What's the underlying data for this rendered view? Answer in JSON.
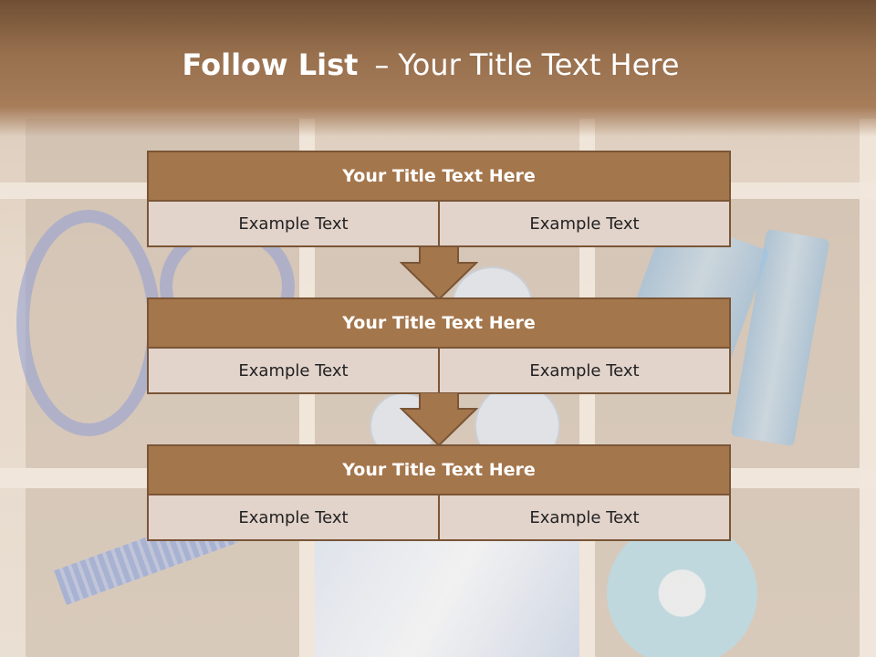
{
  "slide": {
    "title_bold": "Follow List",
    "title_dash": "–",
    "title_rest": "Your Title Text Here"
  },
  "blocks": [
    {
      "title": "Your Title Text Here",
      "left": "Example Text",
      "right": "Example Text"
    },
    {
      "title": "Your Title Text Here",
      "left": "Example Text",
      "right": "Example Text"
    },
    {
      "title": "Your Title Text Here",
      "left": "Example Text",
      "right": "Example Text"
    }
  ],
  "colors": {
    "header": "#a77d5a",
    "block_title": "#a4764c",
    "block_border": "#7a5536",
    "cell": "#e2d3cb"
  }
}
